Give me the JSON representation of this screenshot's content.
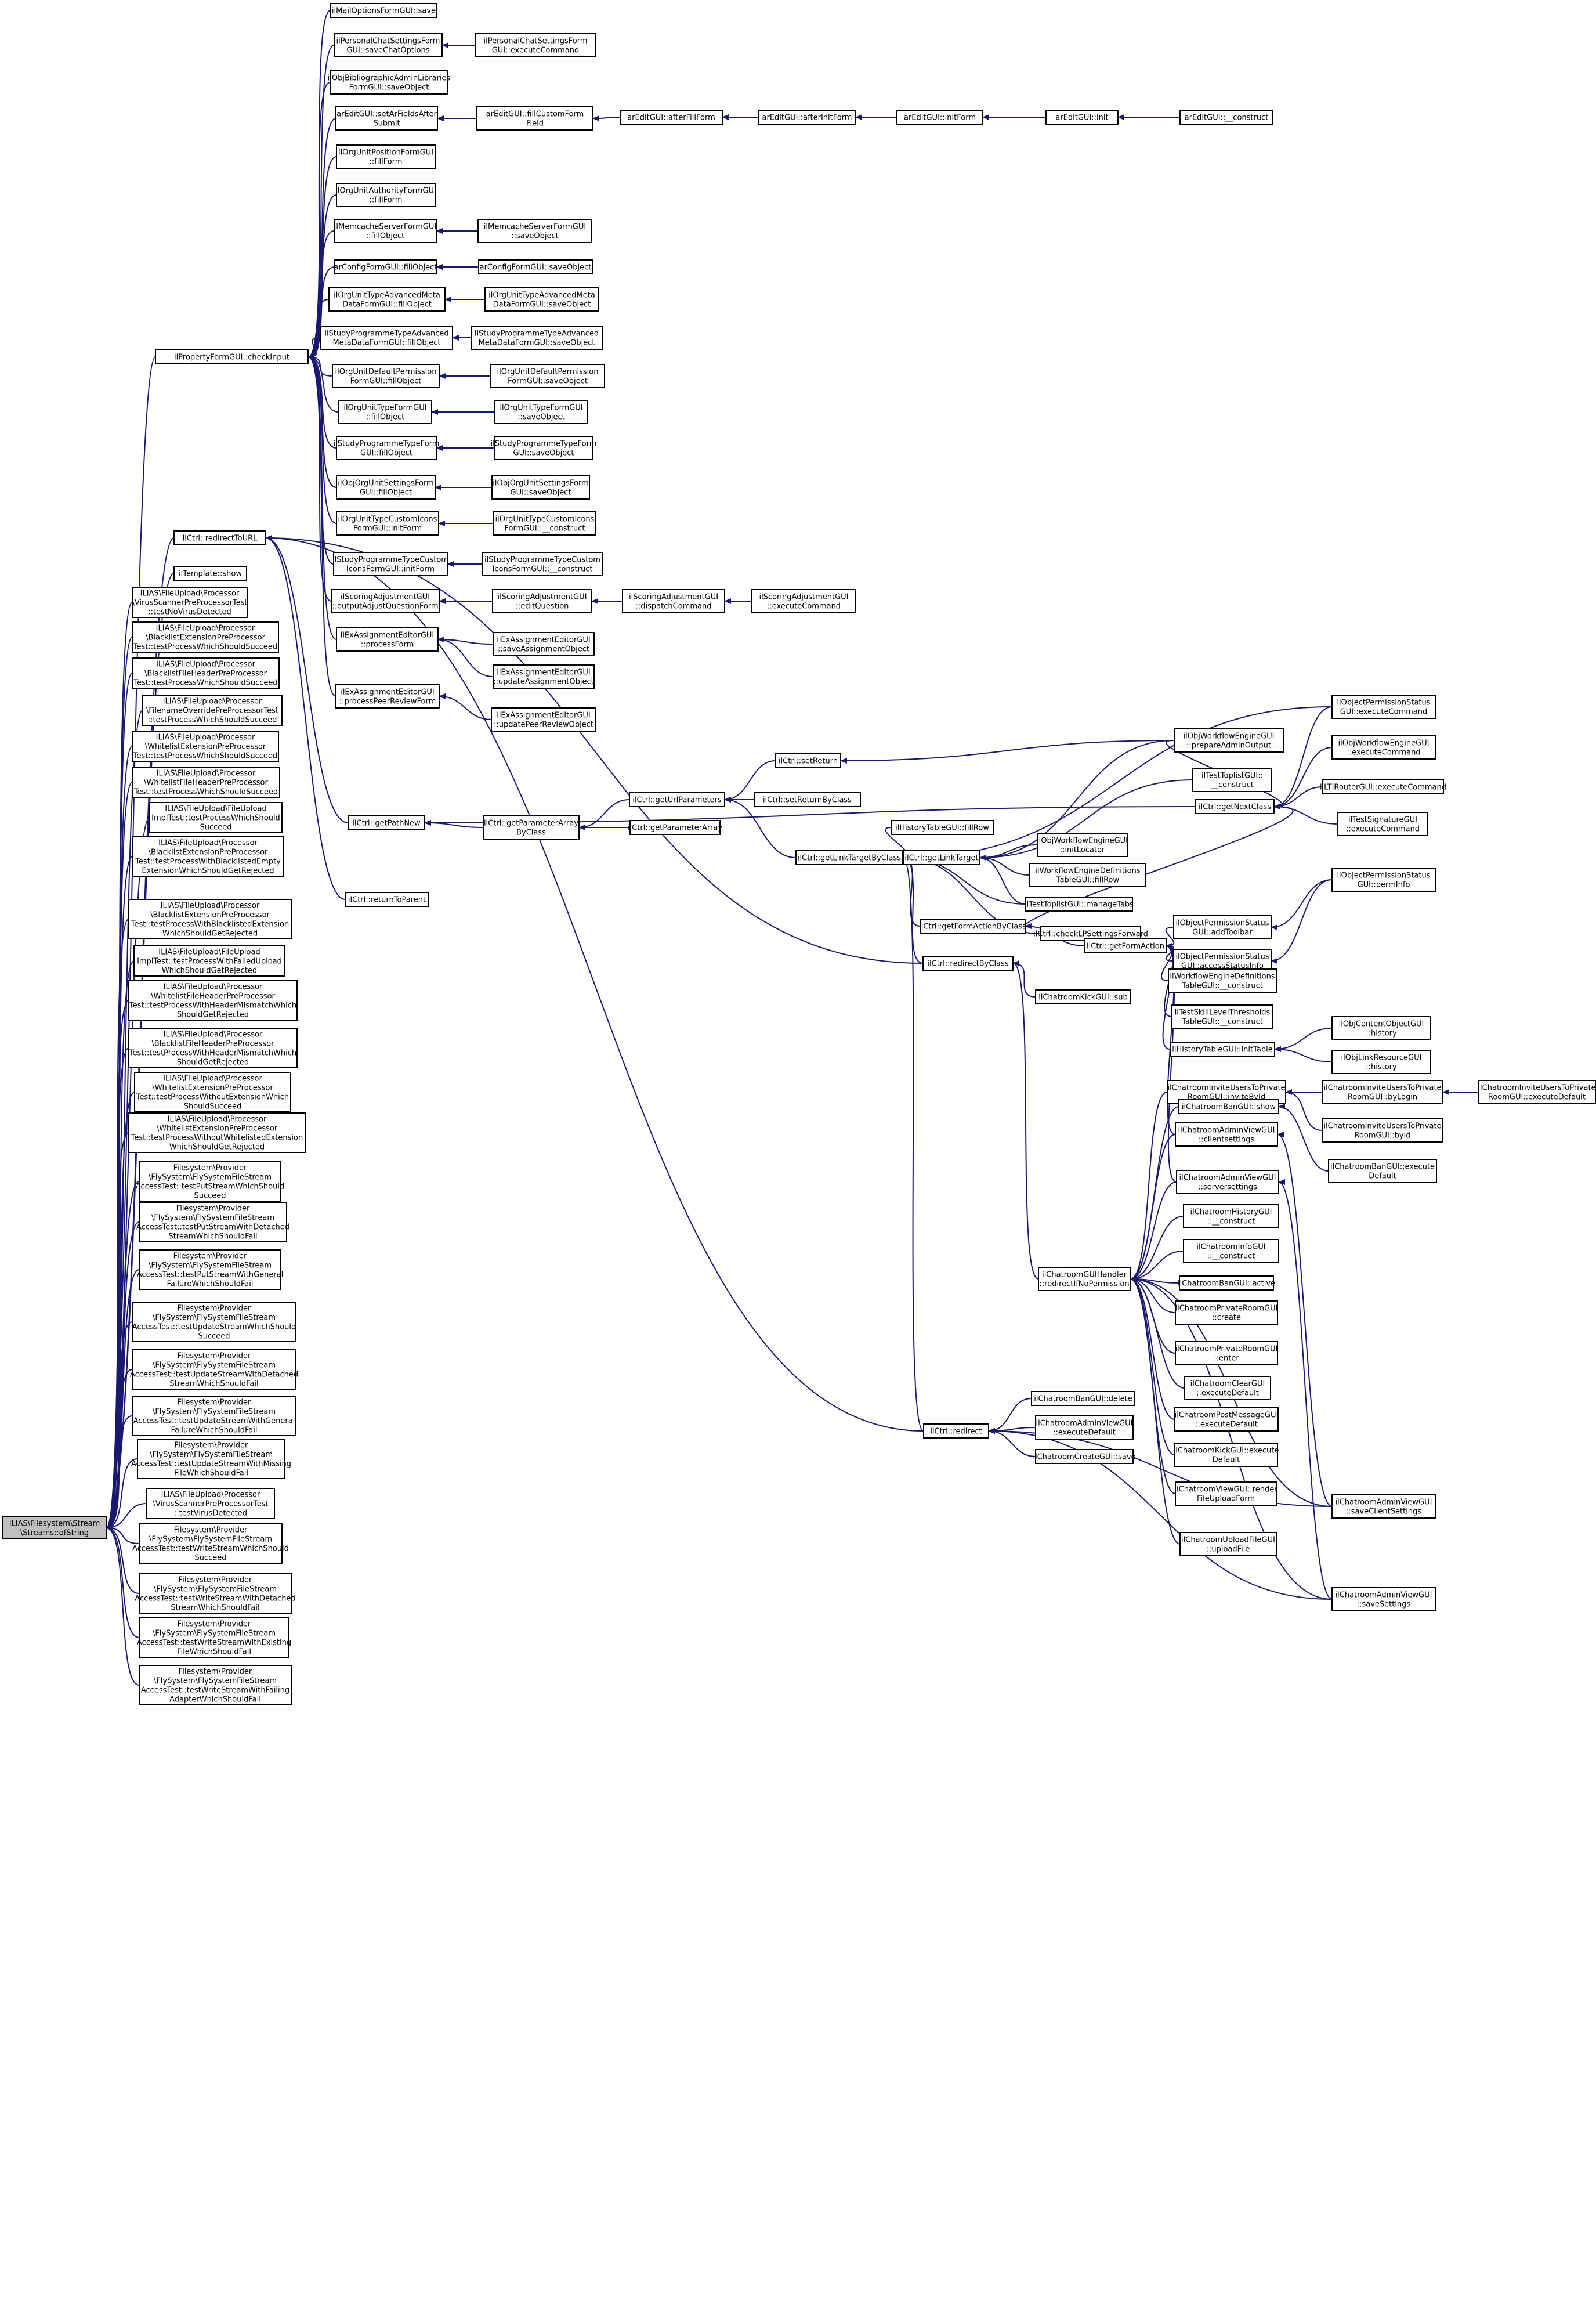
{
  "diagram": {
    "root_id": "n0",
    "node_ids": [
      "n0",
      "n1",
      "n2",
      "n3",
      "n4",
      "n5",
      "n6",
      "n7",
      "n8",
      "n9",
      "n10",
      "n11",
      "n12",
      "n13",
      "n14",
      "n15",
      "n16",
      "n17",
      "n18",
      "n19",
      "n20",
      "n21",
      "n22",
      "n23",
      "n24",
      "n25",
      "n26",
      "n27",
      "n28",
      "n29",
      "n30",
      "n31",
      "n32",
      "n33",
      "n34",
      "n35",
      "n36",
      "n37",
      "n38",
      "n39",
      "n40",
      "n41",
      "n42",
      "n43",
      "n44",
      "n45",
      "n46",
      "n47",
      "n48",
      "n49",
      "n50",
      "n51",
      "n52",
      "n53",
      "n54",
      "n55",
      "n56",
      "n57",
      "n58",
      "n59",
      "n60",
      "n61",
      "n62",
      "n63",
      "n64",
      "n65",
      "n66",
      "n67",
      "n68",
      "n69",
      "n70",
      "n71",
      "n72",
      "n73",
      "n74",
      "n75",
      "n76",
      "n77",
      "n78",
      "n79",
      "n80",
      "n81",
      "n82",
      "n83",
      "n84",
      "n85",
      "n86",
      "n87",
      "n88",
      "n89",
      "n90",
      "n91",
      "n92",
      "n93",
      "n94",
      "n95",
      "n96",
      "n97",
      "n98",
      "n99",
      "n100",
      "n101",
      "n102",
      "n103",
      "n104",
      "n105",
      "n106",
      "n107",
      "n108",
      "n109",
      "n110",
      "n111",
      "n112",
      "n113",
      "n114",
      "n115",
      "n116",
      "n117",
      "n118",
      "n119",
      "n120",
      "n121",
      "n122",
      "n123",
      "n124",
      "n125",
      "n126",
      "n127",
      "n128",
      "n129",
      "n130",
      "n131",
      "n132",
      "n133",
      "n134",
      "n135",
      "n136",
      "n137"
    ],
    "nodes": {
      "n0": [
        "ILIAS\\Filesystem\\Stream",
        "\\Streams::ofString"
      ],
      "n1": [
        "ilPropertyFormGUI::checkInput"
      ],
      "n2": [
        "ilCtrl::redirectToURL"
      ],
      "n3": [
        "ilTemplate::show"
      ],
      "n4": [
        "ILIAS\\FileUpload\\Processor",
        "\\VirusScannerPreProcessorTest",
        "::testNoVirusDetected"
      ],
      "n5": [
        "ILIAS\\FileUpload\\Processor",
        "\\BlacklistExtensionPreProcessor",
        "Test::testProcessWhichShouldSucceed"
      ],
      "n6": [
        "ILIAS\\FileUpload\\Processor",
        "\\BlacklistFileHeaderPreProcessor",
        "Test::testProcessWhichShouldSucceed"
      ],
      "n7": [
        "ILIAS\\FileUpload\\Processor",
        "\\FilenameOverridePreProcessorTest",
        "::testProcessWhichShouldSucceed"
      ],
      "n8": [
        "ILIAS\\FileUpload\\Processor",
        "\\WhitelistExtensionPreProcessor",
        "Test::testProcessWhichShouldSucceed"
      ],
      "n9": [
        "ILIAS\\FileUpload\\Processor",
        "\\WhitelistFileHeaderPreProcessor",
        "Test::testProcessWhichShouldSucceed"
      ],
      "n10": [
        "ILIAS\\FileUpload\\FileUpload",
        "ImplTest::testProcessWhichShould",
        "Succeed"
      ],
      "n11": [
        "ILIAS\\FileUpload\\Processor",
        "\\BlacklistExtensionPreProcessor",
        "Test::testProcessWithBlacklistedEmpty",
        "ExtensionWhichShouldGetRejected"
      ],
      "n12": [
        "ILIAS\\FileUpload\\Processor",
        "\\BlacklistExtensionPreProcessor",
        "Test::testProcessWithBlacklistedExtension",
        "WhichShouldGetRejected"
      ],
      "n13": [
        "ILIAS\\FileUpload\\FileUpload",
        "ImplTest::testProcessWithFailedUpload",
        "WhichShouldGetRejected"
      ],
      "n14": [
        "ILIAS\\FileUpload\\Processor",
        "\\WhitelistFileHeaderPreProcessor",
        "Test::testProcessWithHeaderMismatchWhich",
        "ShouldGetRejected"
      ],
      "n15": [
        "ILIAS\\FileUpload\\Processor",
        "\\BlacklistFileHeaderPreProcessor",
        "Test::testProcessWithHeaderMismatchWhich",
        "ShouldGetRejected"
      ],
      "n16": [
        "ILIAS\\FileUpload\\Processor",
        "\\WhitelistExtensionPreProcessor",
        "Test::testProcessWithoutExtensionWhich",
        "ShouldSucceed"
      ],
      "n17": [
        "ILIAS\\FileUpload\\Processor",
        "\\WhitelistExtensionPreProcessor",
        "Test::testProcessWithoutWhitelistedExtension",
        "WhichShouldGetRejected"
      ],
      "n18": [
        "Filesystem\\Provider",
        "\\FlySystem\\FlySystemFileStream",
        "AccessTest::testPutStreamWhichShould",
        "Succeed"
      ],
      "n19": [
        "Filesystem\\Provider",
        "\\FlySystem\\FlySystemFileStream",
        "AccessTest::testPutStreamWithDetached",
        "StreamWhichShouldFail"
      ],
      "n20": [
        "Filesystem\\Provider",
        "\\FlySystem\\FlySystemFileStream",
        "AccessTest::testPutStreamWithGeneral",
        "FailureWhichShouldFail"
      ],
      "n21": [
        "Filesystem\\Provider",
        "\\FlySystem\\FlySystemFileStream",
        "AccessTest::testUpdateStreamWhichShould",
        "Succeed"
      ],
      "n22": [
        "Filesystem\\Provider",
        "\\FlySystem\\FlySystemFileStream",
        "AccessTest::testUpdateStreamWithDetached",
        "StreamWhichShouldFail"
      ],
      "n23": [
        "Filesystem\\Provider",
        "\\FlySystem\\FlySystemFileStream",
        "AccessTest::testUpdateStreamWithGeneral",
        "FailureWhichShouldFail"
      ],
      "n24": [
        "Filesystem\\Provider",
        "\\FlySystem\\FlySystemFileStream",
        "AccessTest::testUpdateStreamWithMissing",
        "FileWhichShouldFail"
      ],
      "n25": [
        "ILIAS\\FileUpload\\Processor",
        "\\VirusScannerPreProcessorTest",
        "::testVirusDetected"
      ],
      "n26": [
        "Filesystem\\Provider",
        "\\FlySystem\\FlySystemFileStream",
        "AccessTest::testWriteStreamWhichShould",
        "Succeed"
      ],
      "n27": [
        "Filesystem\\Provider",
        "\\FlySystem\\FlySystemFileStream",
        "AccessTest::testWriteStreamWithDetached",
        "StreamWhichShouldFail"
      ],
      "n28": [
        "Filesystem\\Provider",
        "\\FlySystem\\FlySystemFileStream",
        "AccessTest::testWriteStreamWithExisting",
        "FileWhichShouldFail"
      ],
      "n29": [
        "Filesystem\\Provider",
        "\\FlySystem\\FlySystemFileStream",
        "AccessTest::testWriteStreamWithFailing",
        "AdapterWhichShouldFail"
      ],
      "n30": [
        "ilMailOptionsFormGUI::save"
      ],
      "n31": [
        "ilPersonalChatSettingsForm",
        "GUI::saveChatOptions"
      ],
      "n32": [
        "ilObjBibliographicAdminLibraries",
        "FormGUI::saveObject"
      ],
      "n33": [
        "arEditGUI::setArFieldsAfter",
        "Submit"
      ],
      "n34": [
        "ilOrgUnitPositionFormGUI",
        "::fillForm"
      ],
      "n35": [
        "ilOrgUnitAuthorityFormGUI",
        "::fillForm"
      ],
      "n36": [
        "ilMemcacheServerFormGUI",
        "::fillObject"
      ],
      "n37": [
        "arConfigFormGUI::fillObject"
      ],
      "n38": [
        "ilOrgUnitTypeAdvancedMeta",
        "DataFormGUI::fillObject"
      ],
      "n39": [
        "ilStudyProgrammeTypeAdvanced",
        "MetaDataFormGUI::fillObject"
      ],
      "n40": [
        "ilOrgUnitDefaultPermission",
        "FormGUI::fillObject"
      ],
      "n41": [
        "ilOrgUnitTypeFormGUI",
        "::fillObject"
      ],
      "n42": [
        "ilStudyProgrammeTypeForm",
        "GUI::fillObject"
      ],
      "n43": [
        "ilObjOrgUnitSettingsForm",
        "GUI::fillObject"
      ],
      "n44": [
        "ilOrgUnitTypeCustomIcons",
        "FormGUI::initForm"
      ],
      "n45": [
        "ilStudyProgrammeTypeCustom",
        "IconsFormGUI::initForm"
      ],
      "n46": [
        "ilScoringAdjustmentGUI",
        "::outputAdjustQuestionForm"
      ],
      "n47": [
        "ilExAssignmentEditorGUI",
        "::processForm"
      ],
      "n48": [
        "ilExAssignmentEditorGUI",
        "::processPeerReviewForm"
      ],
      "n49": [
        "ilPersonalChatSettingsForm",
        "GUI::executeCommand"
      ],
      "n50": [
        "arEditGUI::fillCustomForm",
        "Field"
      ],
      "n51": [
        "arEditGUI::afterFillForm"
      ],
      "n52": [
        "arEditGUI::afterInitForm"
      ],
      "n53": [
        "arEditGUI::initForm"
      ],
      "n54": [
        "arEditGUI::init"
      ],
      "n55": [
        "arEditGUI::__construct"
      ],
      "n56": [
        "ilMemcacheServerFormGUI",
        "::saveObject"
      ],
      "n57": [
        "arConfigFormGUI::saveObject"
      ],
      "n58": [
        "ilOrgUnitTypeAdvancedMeta",
        "DataFormGUI::saveObject"
      ],
      "n59": [
        "ilStudyProgrammeTypeAdvanced",
        "MetaDataFormGUI::saveObject"
      ],
      "n60": [
        "ilOrgUnitDefaultPermission",
        "FormGUI::saveObject"
      ],
      "n61": [
        "ilOrgUnitTypeFormGUI",
        "::saveObject"
      ],
      "n62": [
        "ilStudyProgrammeTypeForm",
        "GUI::saveObject"
      ],
      "n63": [
        "ilObjOrgUnitSettingsForm",
        "GUI::saveObject"
      ],
      "n64": [
        "ilOrgUnitTypeCustomIcons",
        "FormGUI::__construct"
      ],
      "n65": [
        "ilStudyProgrammeTypeCustom",
        "IconsFormGUI::__construct"
      ],
      "n66": [
        "ilScoringAdjustmentGUI",
        "::editQuestion"
      ],
      "n67": [
        "ilScoringAdjustmentGUI",
        "::dispatchCommand"
      ],
      "n68": [
        "ilScoringAdjustmentGUI",
        "::executeCommand"
      ],
      "n69": [
        "ilExAssignmentEditorGUI",
        "::saveAssignmentObject"
      ],
      "n70": [
        "ilExAssignmentEditorGUI",
        "::updateAssignmentObject"
      ],
      "n71": [
        "ilExAssignmentEditorGUI",
        "::updatePeerReviewObject"
      ],
      "n72": [
        "ilCtrl::getPathNew"
      ],
      "n73": [
        "ilCtrl::returnToParent"
      ],
      "n74": [
        "ilCtrl::getParameterArray",
        "ByClass"
      ],
      "n75": [
        "ilCtrl::getUrlParameters"
      ],
      "n76": [
        "ilCtrl::getParameterArray"
      ],
      "n77": [
        "ilCtrl::setReturn"
      ],
      "n78": [
        "ilCtrl::setReturnByClass"
      ],
      "n79": [
        "ilCtrl::getLinkTargetByClass"
      ],
      "n80": [
        "ilHistoryTableGUI::fillRow"
      ],
      "n81": [
        "ilCtrl::getLinkTarget"
      ],
      "n82": [
        "ilCtrl::getFormActionByClass"
      ],
      "n83": [
        "ilCtrl::redirectByClass"
      ],
      "n84": [
        "ilCtrl::redirect"
      ],
      "n85": [
        "ilObjWorkflowEngineGUI",
        "::initLocator"
      ],
      "n86": [
        "ilWorkflowEngineDefinitions",
        "TableGUI::fillRow"
      ],
      "n87": [
        "ilTestToplistGUI::manageTabs"
      ],
      "n88": [
        "ilCtrl::checkLPSettingsForward"
      ],
      "n89": [
        "ilObjWorkflowEngineGUI",
        "::prepareAdminOutput"
      ],
      "n90": [
        "ilTestToplistGUI::",
        "__construct"
      ],
      "n91": [
        "ilCtrl::getNextClass"
      ],
      "n92": [
        "ilObjectPermissionStatus",
        "GUI::executeCommand"
      ],
      "n93": [
        "ilObjWorkflowEngineGUI",
        "::executeCommand"
      ],
      "n94": [
        "ilLTIRouterGUI::executeCommand"
      ],
      "n95": [
        "ilTestSignatureGUI",
        "::executeCommand"
      ],
      "n96": [
        "ilCtrl::getFormAction"
      ],
      "n97": [
        "ilObjectPermissionStatus",
        "GUI::addToolbar"
      ],
      "n98": [
        "ilObjectPermissionStatus",
        "GUI::accessStatusInfo"
      ],
      "n99": [
        "ilObjectPermissionStatus",
        "GUI::permInfo"
      ],
      "n100": [
        "ilWorkflowEngineDefinitions",
        "TableGUI::__construct"
      ],
      "n101": [
        "ilTestSkillLevelThresholds",
        "TableGUI::__construct"
      ],
      "n102": [
        "ilHistoryTableGUI::initTable"
      ],
      "n103": [
        "ilObjContentObjectGUI",
        "::history"
      ],
      "n104": [
        "ilObjLinkResourceGUI",
        "::history"
      ],
      "n105": [
        "ilChatroomKickGUI::sub"
      ],
      "n106": [
        "ilChatroomInviteUsersToPrivate",
        "RoomGUI::inviteById"
      ],
      "n107": [
        "ilChatroomInviteUsersToPrivate",
        "RoomGUI::byLogin"
      ],
      "n108": [
        "ilChatroomInviteUsersToPrivate",
        "RoomGUI::executeDefault"
      ],
      "n109": [
        "ilChatroomInviteUsersToPrivate",
        "RoomGUI::byId"
      ],
      "n110": [
        "ilChatroomBanGUI::show"
      ],
      "n111": [
        "ilChatroomBanGUI::execute",
        "Default"
      ],
      "n112": [
        "ilChatroomAdminViewGUI",
        "::clientsettings"
      ],
      "n113": [
        "ilChatroomAdminViewGUI",
        "::serversettings"
      ],
      "n114": [
        "ilChatroomHistoryGUI",
        "::__construct"
      ],
      "n115": [
        "ilChatroomInfoGUI",
        "::__construct"
      ],
      "n116": [
        "ilChatroomBanGUI::active"
      ],
      "n117": [
        "ilChatroomPrivateRoomGUI",
        "::create"
      ],
      "n118": [
        "ilChatroomPrivateRoomGUI",
        "::enter"
      ],
      "n119": [
        "ilChatroomClearGUI",
        "::executeDefault"
      ],
      "n120": [
        "ilChatroomPostMessageGUI",
        "::executeDefault"
      ],
      "n121": [
        "ilChatroomKickGUI::execute",
        "Default"
      ],
      "n122": [
        "ilChatroomViewGUI::render",
        "FileUploadForm"
      ],
      "n123": [
        "ilChatroomUploadFileGUI",
        "::uploadFile"
      ],
      "n124": [
        "ilChatroomGUIHandler",
        "::redirectIfNoPermission"
      ],
      "n125": [
        "ilChatroomBanGUI::delete"
      ],
      "n126": [
        "ilChatroomAdminViewGUI",
        "::executeDefault"
      ],
      "n127": [
        "ilChatroomCreateGUI::save"
      ],
      "n128": [
        "ilChatroomAdminViewGUI",
        "::saveClientSettings"
      ],
      "n129": [
        "ilChatroomAdminViewGUI",
        "::saveSettings"
      ]
    }
  }
}
